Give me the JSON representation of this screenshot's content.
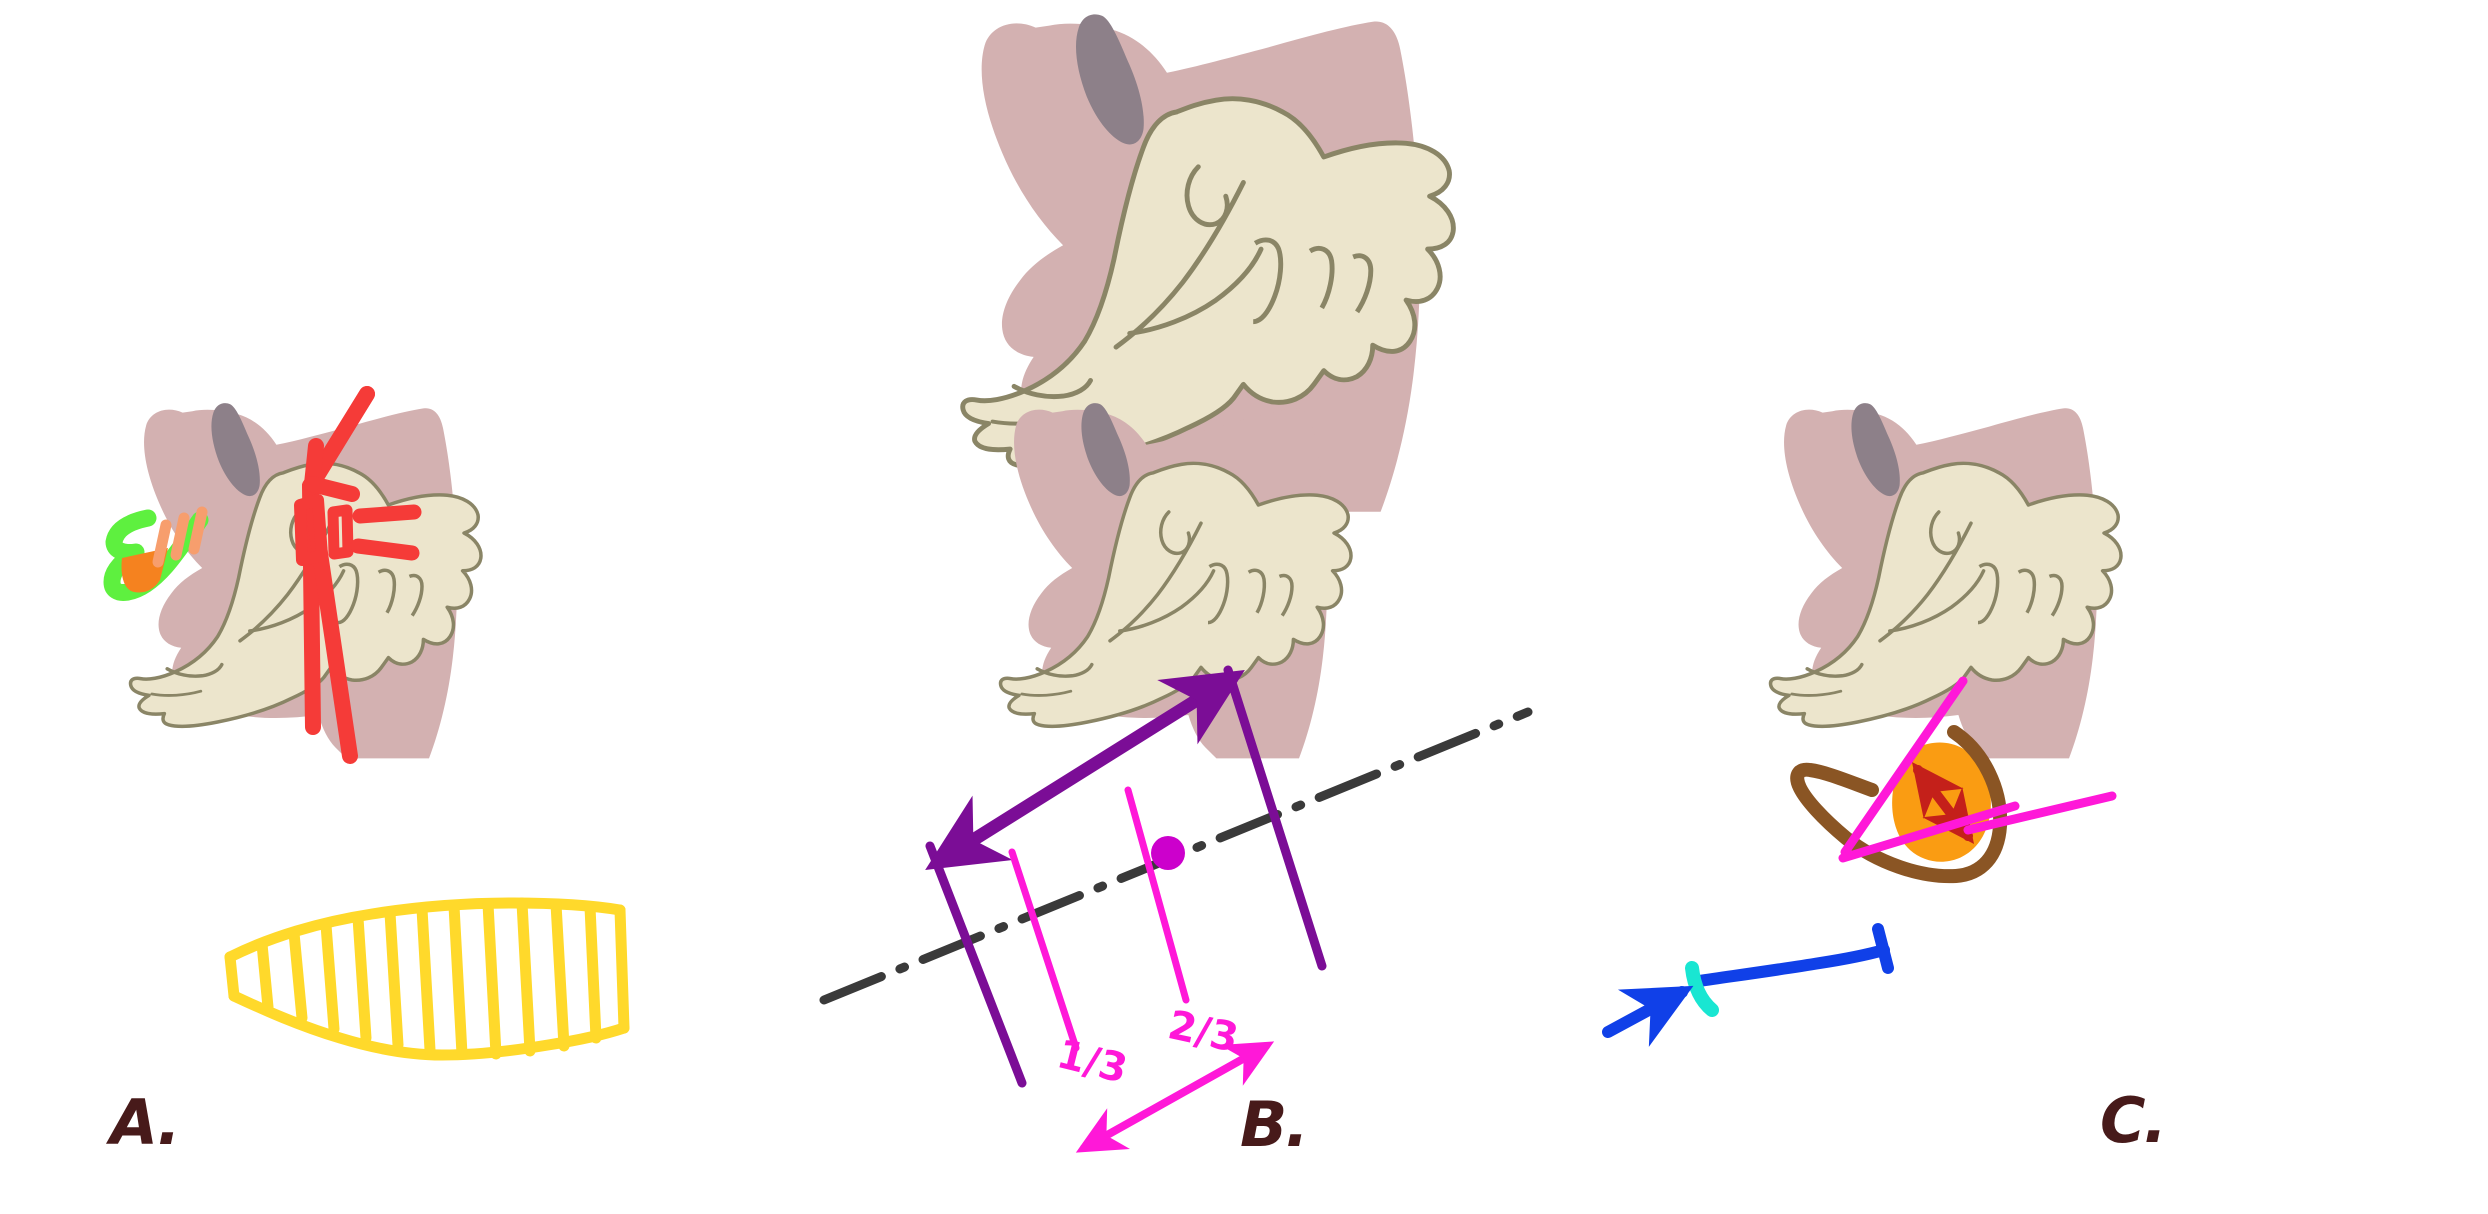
{
  "figure": {
    "subject": "equine head lateral anatomical diagram",
    "background_color": "#ffffff",
    "panel_count": 3,
    "reference_figure_position": "top-center"
  },
  "palette": {
    "head_fill": "#d3b1b1",
    "head_fill_alt": "#d6bcbc",
    "ear_fill": "#8d8089",
    "skull_fill": "#ece5cc",
    "skull_stroke": "#8a8566",
    "label_maroon": "#471a1a",
    "green": "#5ef03f",
    "orange": "#f5821f",
    "salmon": "#f79e6d",
    "red": "#f53b38",
    "yellow": "#ffd92b",
    "purple": "#7b0d96",
    "magenta": "#ff18d8",
    "charcoal": "#3a3a3a",
    "brown": "#8a5524",
    "dark_red": "#c4201a",
    "blue": "#1040e8",
    "cyan": "#19e6d2"
  },
  "panels": [
    {
      "id": "reference",
      "label": "",
      "caption": "",
      "annotations": []
    },
    {
      "id": "A",
      "label": "A.",
      "annotations": [
        {
          "name": "green-incisor-outline",
          "color": "#5ef03f",
          "kind": "stroke-outline",
          "region": "rostral maxilla and incisor margin"
        },
        {
          "name": "orange-incisor-block",
          "color": "#f5821f",
          "kind": "filled-wedge",
          "region": "incisor arcade"
        },
        {
          "name": "salmon-hatch-marks",
          "color": "#f79e6d",
          "kind": "hatch",
          "count": 3,
          "region": "diastema"
        },
        {
          "name": "red-arrow",
          "color": "#f53b38",
          "kind": "arrow",
          "direction": "down-left",
          "region": "orbit / temporal"
        },
        {
          "name": "red-outline-shapes",
          "color": "#f53b38",
          "kind": "hollow-quads",
          "count": 2,
          "region": "caudal maxilla"
        },
        {
          "name": "red-bars",
          "color": "#f53b38",
          "kind": "solid-bars",
          "count": 2,
          "region": "cervical vertebrae"
        },
        {
          "name": "yellow-ladder",
          "color": "#ffd92b",
          "kind": "ladder-grid",
          "rungs": 11,
          "region": "mandible / cheek teeth arcade"
        }
      ]
    },
    {
      "id": "B",
      "label": "B.",
      "annotations": [
        {
          "name": "purple-double-arrow",
          "color": "#7b0d96",
          "kind": "double-headed-arrow",
          "region": "full head length"
        },
        {
          "name": "purple-caliper-left",
          "color": "#7b0d96",
          "kind": "perpendicular-line",
          "region": "rostral landmark"
        },
        {
          "name": "purple-caliper-right",
          "color": "#7b0d96",
          "kind": "perpendicular-line",
          "region": "caudal landmark"
        },
        {
          "name": "magenta-division-line-1",
          "color": "#ff18d8",
          "kind": "division-line",
          "label": "1/3"
        },
        {
          "name": "magenta-division-line-2",
          "color": "#ff18d8",
          "kind": "division-line",
          "label": "2/3"
        },
        {
          "name": "magenta-double-arrow",
          "color": "#ff18d8",
          "kind": "double-headed-arrow",
          "region": "caudal two-thirds"
        },
        {
          "name": "centerline-dash-dot",
          "color": "#3a3a3a",
          "kind": "dash-dot-axis",
          "region": "long axis of head"
        },
        {
          "name": "magenta-center-dot",
          "color": "#cc00cc",
          "kind": "point-marker",
          "region": "midpoint on axis"
        }
      ],
      "text_labels": [
        {
          "name": "fraction-one-third",
          "text": "1/3",
          "color": "#ff18d8"
        },
        {
          "name": "fraction-two-thirds",
          "text": "2/3",
          "color": "#ff18d8"
        }
      ]
    },
    {
      "id": "C",
      "label": "C.",
      "annotations": [
        {
          "name": "brown-fossa-loop",
          "color": "#8a5524",
          "kind": "closed-loop",
          "region": "temporal fossa / orbit"
        },
        {
          "name": "orange-fossa-fill",
          "color": "#f5a01f",
          "kind": "filled-blob",
          "region": "temporal fossa"
        },
        {
          "name": "dark-red-double-arrow",
          "color": "#c4201a",
          "kind": "double-headed-arrow",
          "region": "fossa depth"
        },
        {
          "name": "magenta-angle-lines",
          "color": "#ff18d8",
          "kind": "converging-lines",
          "count": 3,
          "region": "zygomatic / temporal planes"
        },
        {
          "name": "blue-mandible-line",
          "color": "#1040e8",
          "kind": "line-with-tbar",
          "region": "mandibular body"
        },
        {
          "name": "cyan-chin-arc",
          "color": "#19e6d2",
          "kind": "arc",
          "region": "rostral chin margin"
        },
        {
          "name": "blue-pointer-arrow",
          "color": "#1040e8",
          "kind": "arrow",
          "direction": "up-right",
          "region": "points at chin arc"
        }
      ]
    }
  ],
  "labels": {
    "panel_a": "A.",
    "panel_b": "B.",
    "panel_c": "C.",
    "fraction_one_third": "1/3",
    "fraction_two_thirds": "2/3"
  }
}
